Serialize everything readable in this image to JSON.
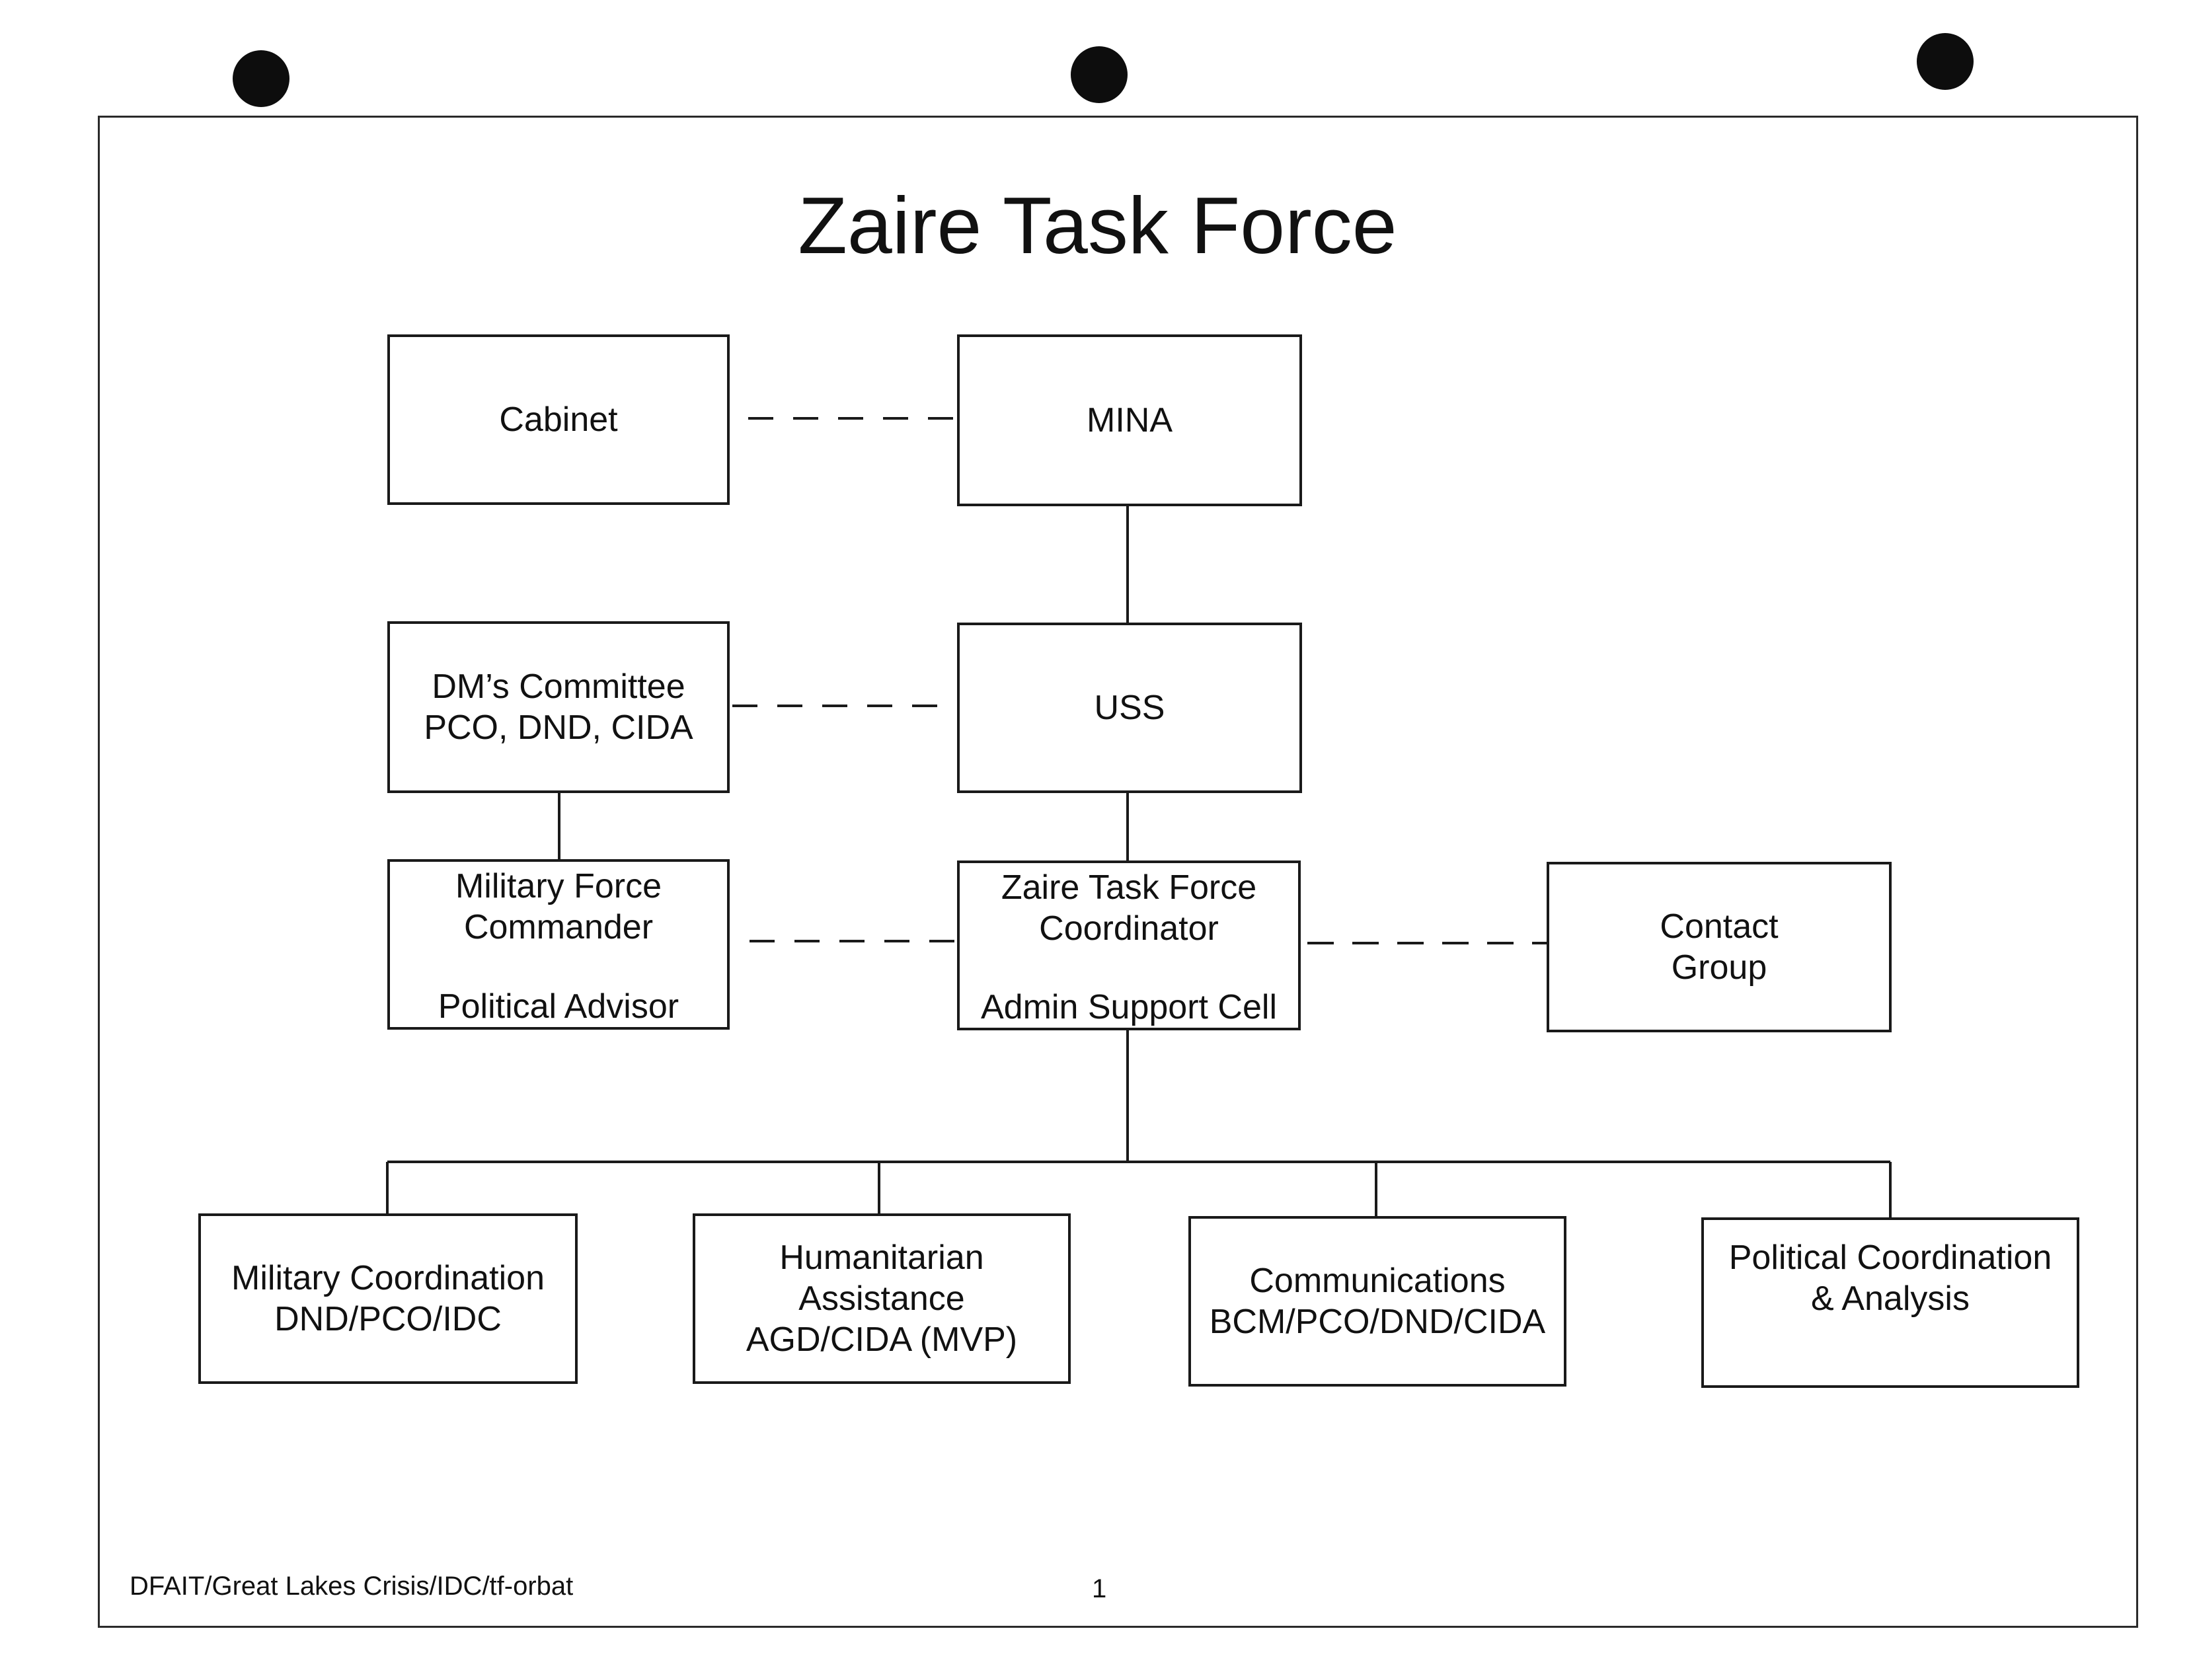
{
  "title": "Zaire Task Force",
  "nodes": {
    "cabinet": {
      "lines": [
        "Cabinet"
      ]
    },
    "mina": {
      "lines": [
        "MINA"
      ]
    },
    "dms_committee": {
      "lines": [
        "DM’s Committee",
        "PCO, DND, CIDA"
      ]
    },
    "uss": {
      "lines": [
        "USS"
      ]
    },
    "military_force_commander": {
      "lines": [
        "Military Force",
        "Commander"
      ],
      "extra": "Political Advisor"
    },
    "task_force_coordinator": {
      "lines": [
        "Zaire Task Force",
        "Coordinator"
      ],
      "extra": "Admin Support Cell"
    },
    "contact_group": {
      "lines": [
        "Contact",
        "Group"
      ]
    },
    "military_coordination": {
      "lines": [
        "Military Coordination",
        "DND/PCO/IDC"
      ]
    },
    "humanitarian_assistance": {
      "lines": [
        "Humanitarian",
        "Assistance",
        "AGD/CIDA (MVP)"
      ]
    },
    "communications": {
      "lines": [
        "Communications",
        "BCM/PCO/DND/CIDA"
      ]
    },
    "political_coordination": {
      "lines": [
        "Political Coordination",
        "& Analysis"
      ]
    }
  },
  "footer": {
    "source": "DFAIT/Great Lakes Crisis/IDC/tf-orbat",
    "page_number": "1"
  }
}
